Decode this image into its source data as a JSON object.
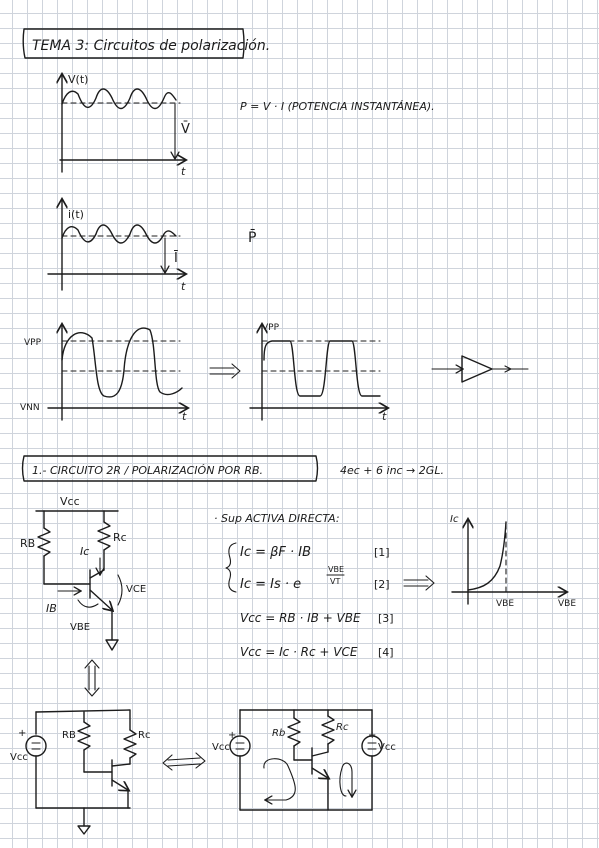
{
  "title": "TEMA 3: Circuitos de polarización.",
  "graph1": {
    "ylabel": "V(t)",
    "avg": "V̄",
    "xlabel": "t"
  },
  "power_eq": "P = V · I  (POTENCIA INSTANTÁNEA).",
  "graph2": {
    "ylabel": "i(t)",
    "avg": "Ī",
    "xlabel": "t"
  },
  "power_avg": "P̄",
  "graph3": {
    "vpp": "VPP",
    "vnn": "VNN",
    "xlabel": "t"
  },
  "graph4": {
    "vpp": "VPP",
    "xlabel": "t"
  },
  "section1": {
    "title": "1.- CIRCUITO 2R / POLARIZACIÓN POR RB.",
    "note": "4ec + 6 inc → 2GL."
  },
  "circuit1": {
    "vcc": "Vcc",
    "rb": "RB",
    "rc": "Rc",
    "ic": "Ic",
    "ib": "IB",
    "vbe": "VBE",
    "vce": "VCE"
  },
  "equations": {
    "assume": "· Sup ACTIVA DIRECTA:",
    "eq1": "Ic = βF · IB",
    "eq1_num": "[1]",
    "eq2": "Ic = Is · e",
    "eq2_exp_top": "VBE",
    "eq2_exp_bot": "VT",
    "eq2_num": "[2]",
    "eq3": "Vcc = RB · IB + VBE",
    "eq3_num": "[3]",
    "eq4": "Vcc = Ic · Rc + VCE",
    "eq4_num": "[4]"
  },
  "graph5": {
    "ylabel": "Ic",
    "xtick": "VBE",
    "xlabel": "VBE"
  },
  "circuit2": {
    "vcc": "Vcc",
    "rb": "RB",
    "rc": "Rc",
    "plus": "+"
  },
  "circuit3": {
    "vcc_left": "Vcc",
    "vcc_right": "Vcc",
    "rb": "Rb",
    "rc": "Rc",
    "plus": "+"
  }
}
